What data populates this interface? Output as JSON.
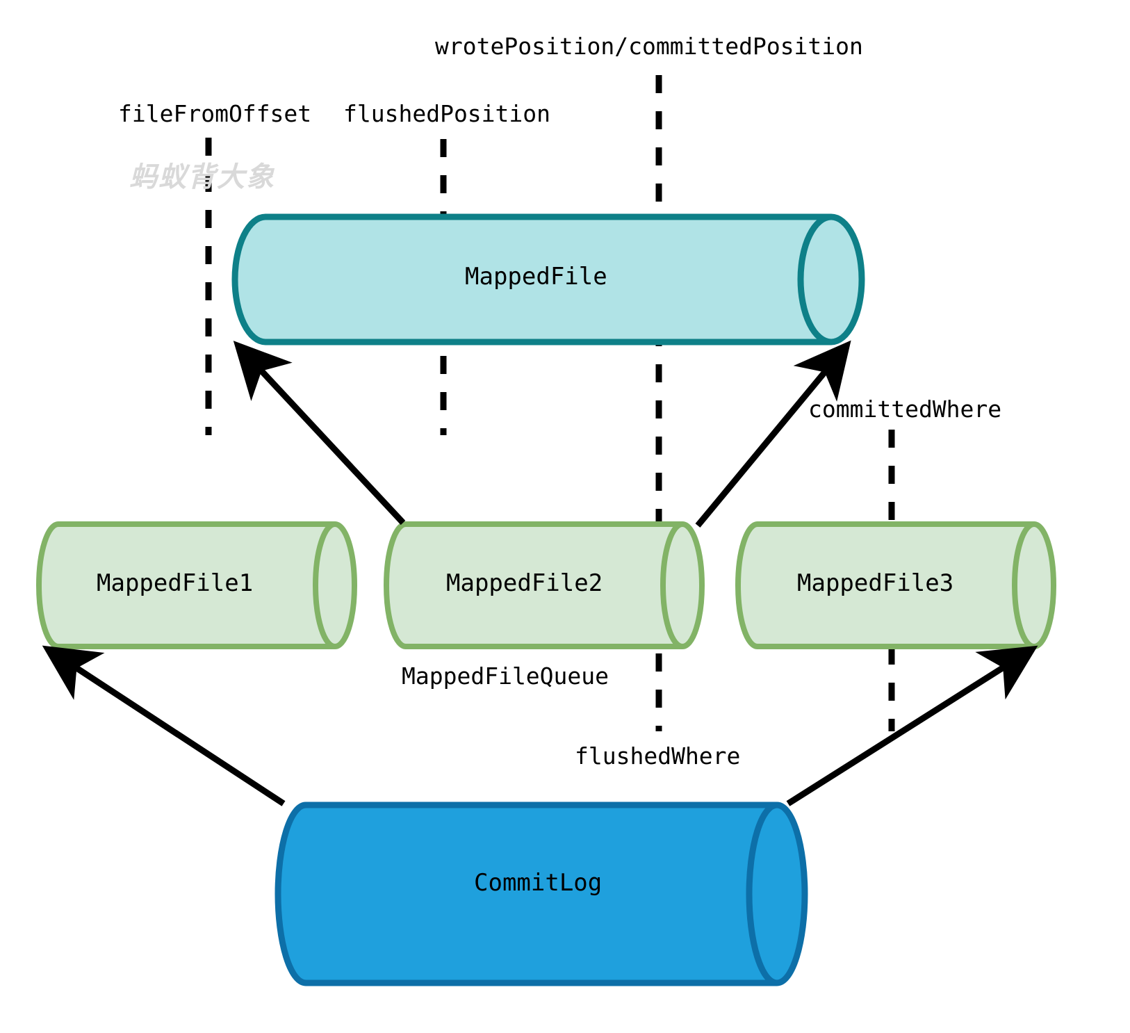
{
  "diagram": {
    "title_label": "wrotePosition/committedPosition",
    "watermark": "蚂蚁背大象",
    "marker_labels": {
      "file_from_offset": "fileFromOffset",
      "flushed_position": "flushedPosition",
      "wrote_committed_position": "wrotePosition/committedPosition",
      "committed_where": "committedWhere",
      "flushed_where": "flushedWhere",
      "mapped_file_queue": "MappedFileQueue"
    },
    "nodes": {
      "mapped_file": "MappedFile",
      "mapped_file_1": "MappedFile1",
      "mapped_file_2": "MappedFile2",
      "mapped_file_3": "MappedFile3",
      "commit_log": "CommitLog"
    },
    "colors": {
      "teal_fill": "#b0e3e6",
      "teal_stroke": "#0e8088",
      "green_fill": "#d5e8d4",
      "green_stroke": "#82b366",
      "blue_fill": "#1fa0dd",
      "blue_stroke": "#0d6fa8",
      "line": "#000000",
      "watermark": "#d9d9d9"
    }
  }
}
